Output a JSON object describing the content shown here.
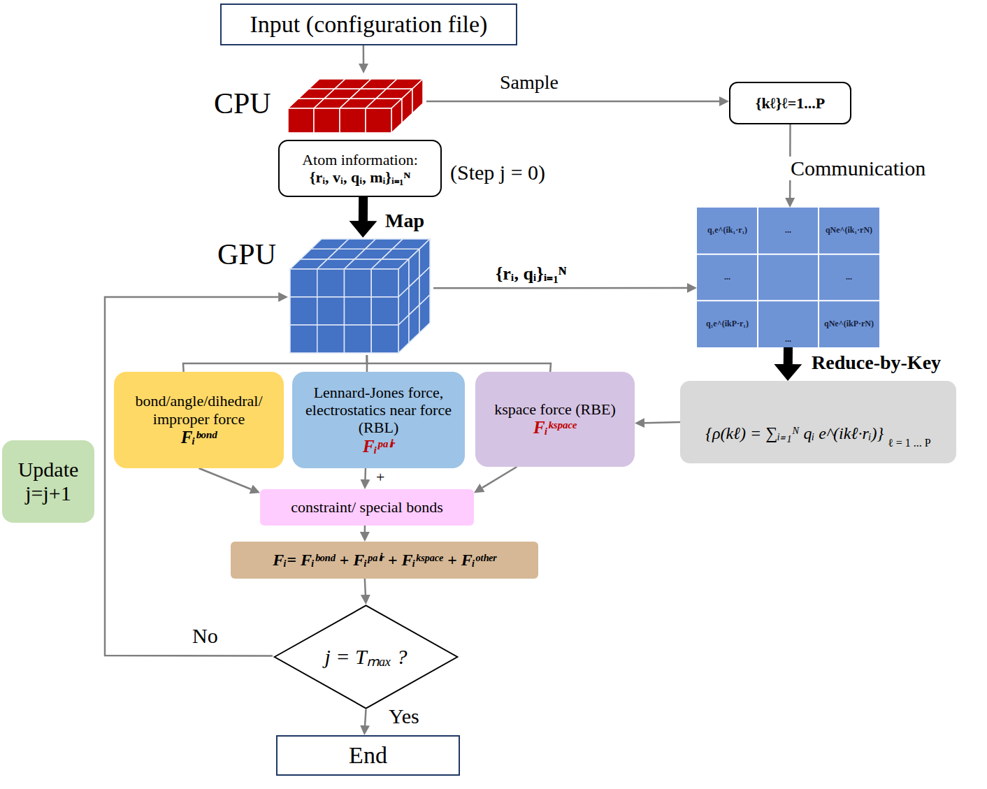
{
  "diagram": {
    "nodes": [
      {
        "text": [
          "Input (configuration file)"
        ]
      },
      {
        "text": [
          "CPU"
        ]
      },
      {
        "text": [
          "{kℓ}ℓ=1...P"
        ]
      },
      {
        "text": [
          "Atom information:",
          "{rᵢ, vᵢ, qᵢ, mᵢ}ᵢ₌₁ᴺ"
        ]
      },
      {
        "text": [
          "GPU"
        ]
      },
      {
        "text": [
          "q₁e^(ik₁·r₁)",
          "...",
          "qNe^(ik₁·rN)",
          "...",
          "...",
          "q₁e^(ikP·r₁)",
          "...",
          "qNe^(ikP·rN)"
        ]
      },
      {
        "text": [
          "bond/angle/dihedral/ improper force",
          "Fᵢᵇᵒⁿᵈ"
        ]
      },
      {
        "text": [
          "Lennard-Jones force, electrostatics near force (RBL)",
          "Fᵢᵖᵃⁱʳ"
        ]
      },
      {
        "text": [
          "kspace force (RBE)",
          "Fᵢᵏˢᵖᵃᶜᵉ"
        ]
      },
      {
        "text": [
          "{ρ(kℓ) = ∑ᵢ₌₁ᴺ qᵢ e^(ikℓ·rᵢ)}",
          "ℓ = 1 ... P"
        ]
      },
      {
        "text": [
          "Update j=j+1"
        ]
      },
      {
        "text": [
          "constraint/ special bonds"
        ]
      },
      {
        "text": [
          "Fᵢ= Fᵢᵇᵒⁿᵈ + Fᵢᵖᵃⁱʳ + Fᵢᵏˢᵖᵃᶜᵉ + Fᵢᵒᵗʰᵉʳ"
        ]
      },
      {
        "text": [
          "j = Tₘₐₓ ?"
        ]
      },
      {
        "text": [
          "End"
        ]
      }
    ],
    "edges": [
      {
        "from": 0,
        "to": 1,
        "arrow": "to"
      },
      {
        "from": 1,
        "to": 2,
        "label": "Sample",
        "arrow": "to"
      },
      {
        "from": 2,
        "to": 5,
        "label": "Communication",
        "arrow": "to"
      },
      {
        "from": 3,
        "to": 4,
        "label": "Map",
        "arrow": "to"
      },
      {
        "from": 4,
        "to": 5,
        "label": "{rᵢ, qᵢ}ᵢ₌₁ᴺ",
        "arrow": "to"
      },
      {
        "from": 5,
        "to": 9,
        "label": "Reduce-by-Key",
        "arrow": "to"
      },
      {
        "from": 9,
        "to": 8,
        "arrow": "to"
      },
      {
        "from": 4,
        "to": 6,
        "arrow": "none"
      },
      {
        "from": 4,
        "to": 7,
        "arrow": "none"
      },
      {
        "from": 4,
        "to": 8,
        "arrow": "none"
      },
      {
        "from": 6,
        "to": 11,
        "arrow": "to"
      },
      {
        "from": 7,
        "to": 11,
        "label": "+",
        "arrow": "to"
      },
      {
        "from": 8,
        "to": 11,
        "arrow": "to"
      },
      {
        "from": 11,
        "to": 12,
        "arrow": "to"
      },
      {
        "from": 12,
        "to": 13,
        "arrow": "to"
      },
      {
        "from": 13,
        "to": 14,
        "label": "Yes",
        "arrow": "to"
      },
      {
        "from": 13,
        "to": 4,
        "label": "No",
        "arrow": "to"
      }
    ],
    "labels": [
      "(Step j = 0)"
    ]
  }
}
